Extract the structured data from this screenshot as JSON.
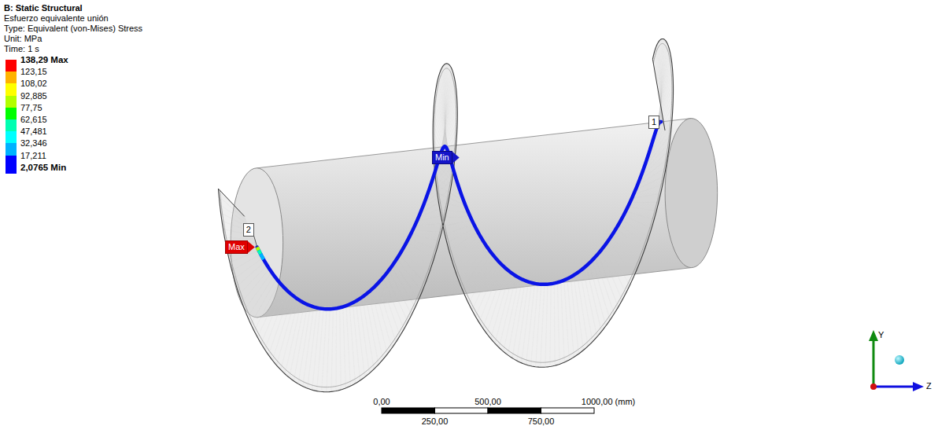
{
  "diagram": {
    "title": "B: Static Structural",
    "nodes": [
      {
        "text": [
          "2"
        ]
      },
      {
        "text": [
          "Max"
        ]
      },
      {
        "text": [
          "Min"
        ]
      },
      {
        "text": [
          "1"
        ]
      }
    ],
    "labels": [
      "Esfuerzo equivalente unión",
      "Type: Equivalent (von-Mises) Stress",
      "Unit: MPa",
      "Time: 1 s",
      "0,00",
      "500,00",
      "1000,00 (mm)",
      "250,00",
      "750,00",
      "Y",
      "Z"
    ],
    "legend": [
      {
        "text": "138,29 Max",
        "color": "#ff0000"
      },
      {
        "text": "123,15",
        "color": "#ffb200"
      },
      {
        "text": "108,02",
        "color": "#ffff00"
      },
      {
        "text": "92,885",
        "color": "#b2ff00"
      },
      {
        "text": "77,75",
        "color": "#00ff00"
      },
      {
        "text": "62,615",
        "color": "#00ffb2"
      },
      {
        "text": "47,481",
        "color": "#00ffff"
      },
      {
        "text": "32,346",
        "color": "#00b2ff"
      },
      {
        "text": "17,211",
        "color": "#0000ff"
      },
      {
        "text": "2,0765 Min",
        "color": "#0000ff"
      }
    ]
  }
}
